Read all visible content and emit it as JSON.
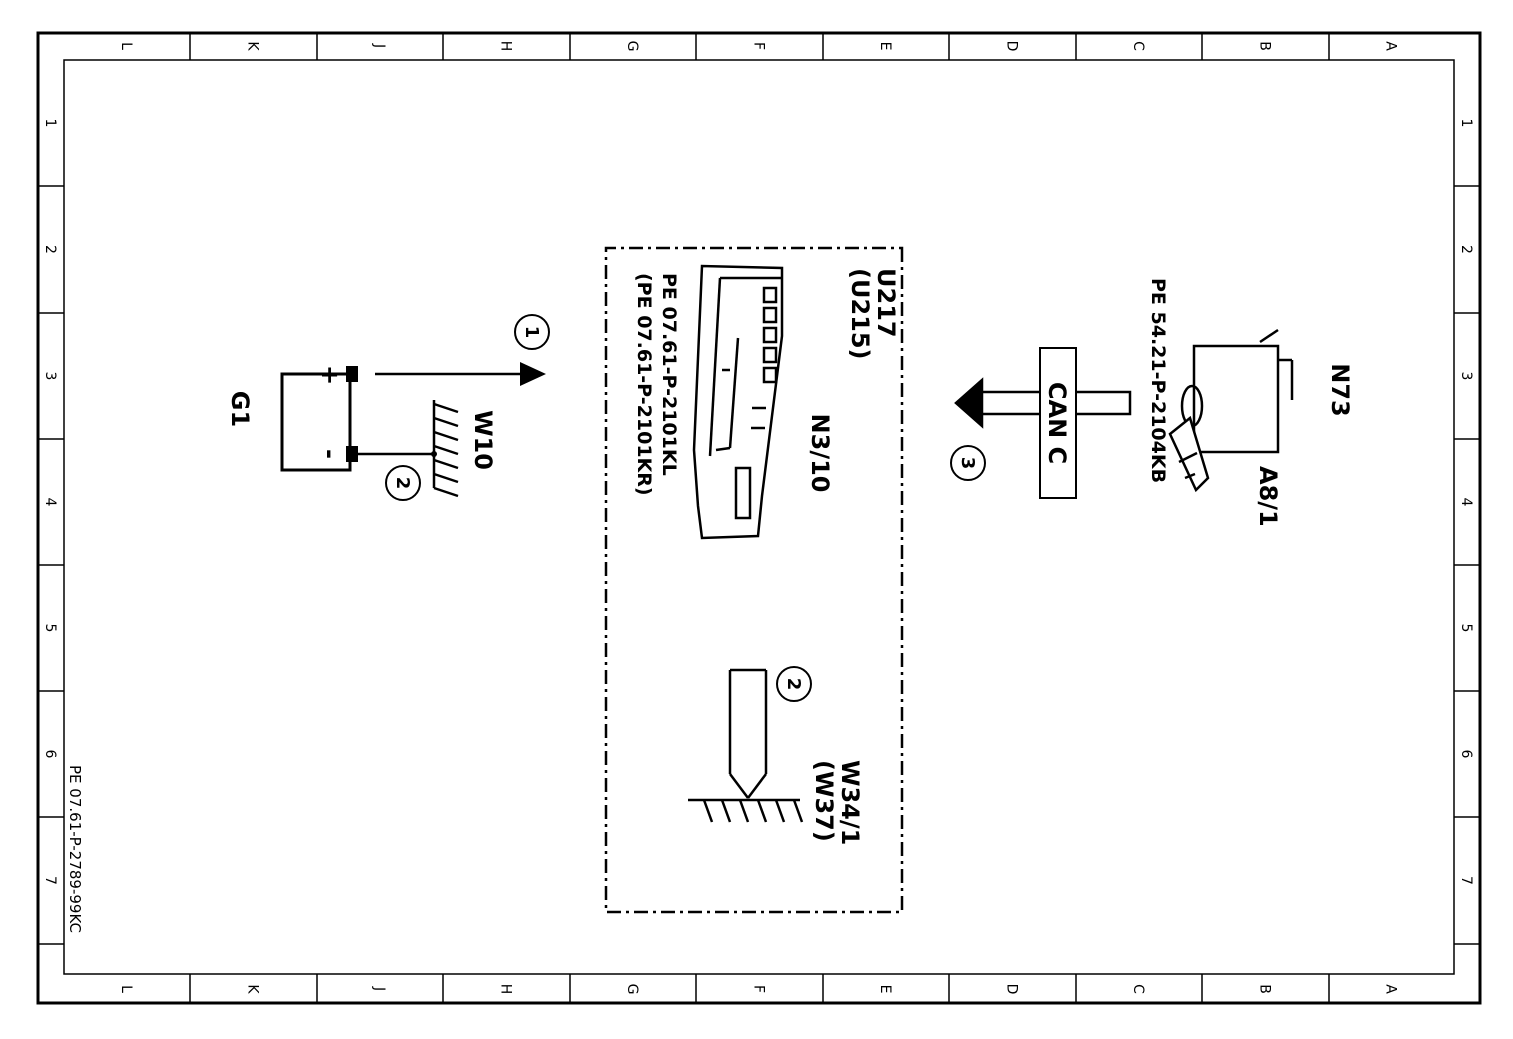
{
  "frame": {
    "column_letters": [
      "L",
      "K",
      "J",
      "H",
      "G",
      "F",
      "E",
      "D",
      "C",
      "B",
      "A"
    ],
    "row_numbers": [
      "1",
      "2",
      "3",
      "4",
      "5",
      "6",
      "7"
    ],
    "document_id": "PE 07.61-P-2789-99KC"
  },
  "components": {
    "battery": {
      "label": "G1",
      "plus": "+",
      "minus": "-"
    },
    "ground_w10": {
      "label": "W10"
    },
    "control_module": {
      "label": "N3/10"
    },
    "module_location": {
      "line1": "U217",
      "line2": "(U215)"
    },
    "module_refs": {
      "ref1": "PE  07.61-P-2101KL",
      "ref2": "(PE  07.61-P-2101KR)"
    },
    "ground_w34": {
      "line1": "W34/1",
      "line2": "(W37)"
    },
    "switch_n73": {
      "label": "N73"
    },
    "key_a8": {
      "label": "A8/1"
    },
    "switch_ref": {
      "text": "PE  54.21-P-2104KB"
    },
    "bus": {
      "label": "CAN C"
    }
  },
  "callouts": {
    "c1": "1",
    "c2a": "2",
    "c2b": "2",
    "c3": "3"
  }
}
